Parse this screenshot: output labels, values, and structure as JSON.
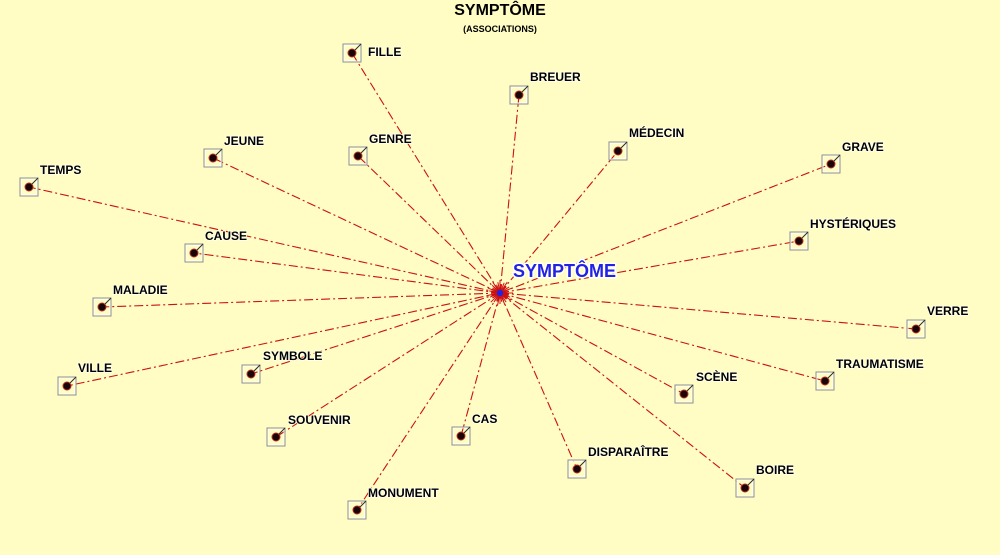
{
  "title": "SYMPTÔME",
  "subtitle": "(ASSOCIATIONS)",
  "center": {
    "label": "SYMPTÔME"
  },
  "associations": [
    "FILLE",
    "BREUER",
    "MÉDECIN",
    "GRAVE",
    "HYSTÉRIQUES",
    "VERRE",
    "TRAUMATISME",
    "SCÈNE",
    "BOIRE",
    "DISPARAÎTRE",
    "CAS",
    "MONUMENT",
    "SOUVENIR",
    "SYMBOLE",
    "VILLE",
    "MALADIE",
    "CAUSE",
    "TEMPS",
    "JEUNE",
    "GENRE"
  ],
  "colors": {
    "background": "#FFFDC4",
    "link": "#CC1111",
    "hub": "#2222E0",
    "label": "#000000",
    "dot": "#1A0606"
  }
}
